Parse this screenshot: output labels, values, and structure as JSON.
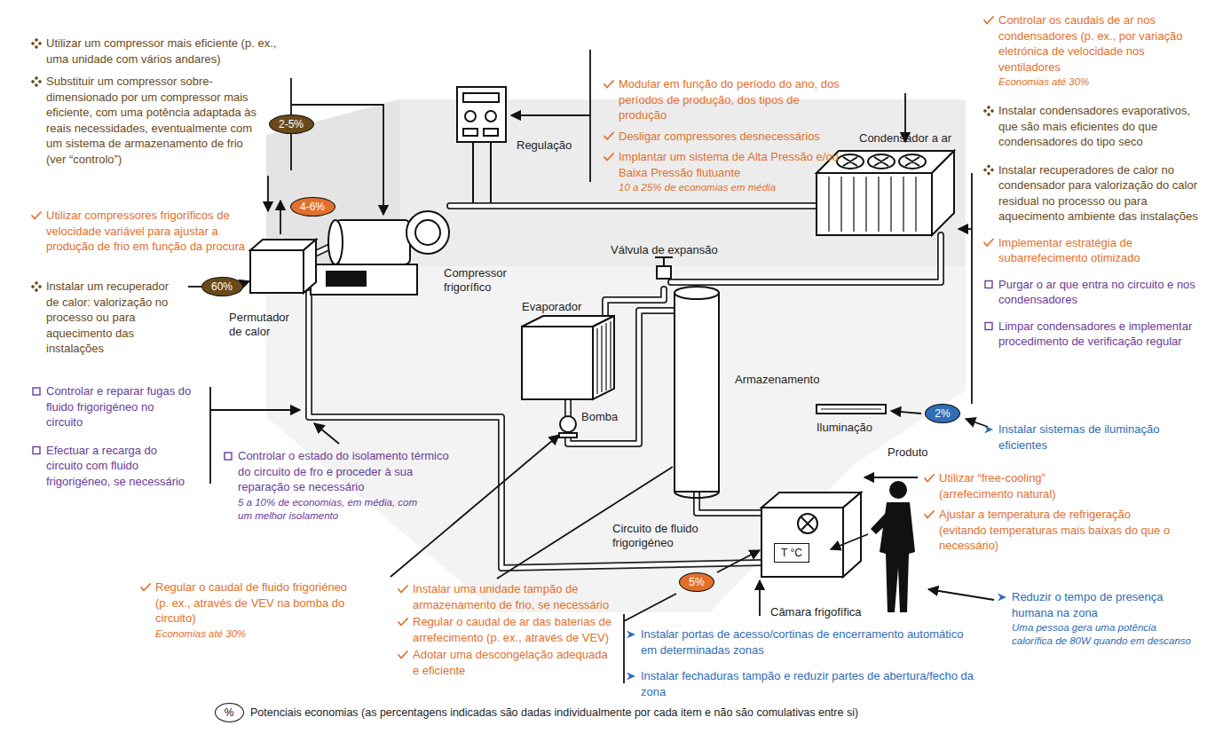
{
  "diagram": {
    "nodes": [
      {
        "text": [
          "2-5%"
        ]
      },
      {
        "text": [
          "4-6%"
        ]
      },
      {
        "text": [
          "60%"
        ]
      },
      {
        "text": [
          "2%"
        ]
      },
      {
        "text": [
          "T °C"
        ]
      },
      {
        "text": [
          "5%"
        ]
      },
      {
        "text": [
          "%"
        ]
      }
    ],
    "labels": [
      "Utilizar um compressor mais eficiente (p. ex., uma unidade com vários andares)",
      "Substituir um compressor sobre-dimensionado por um compressor mais eficiente, com uma potência adaptada às reais necessidades, eventualmente com um sistema de armazenamento de frio (ver “controlo”)",
      "Utilizar compressores frigoríficos de velocidade variável para ajustar a produção de frio em função da procura",
      "Instalar um recuperador de calor: valorização no processo ou para aquecimento das instalações",
      "Controlar e reparar fugas do fluido frigorigéneo no circuito",
      "Efectuar a recarga do circuito com fluido frigorigéneo, se necessário",
      "Modular em função do período do ano, dos períodos de produção, dos tipos de produção",
      "Desligar compressores desnecessários",
      "Implantar um sistema de Alta Pressão e/ou Baixa Pressão flutuante",
      "10 a 25% de economias em média",
      "Regulação",
      "Condensador a ar",
      "Controlar os caudais de ar nos condensadores (p. ex., por variação eletrónica de velocidade nos ventiladores",
      "Economias até 30%",
      "Instalar condensadores evaporativos, que são mais eficientes do que condensadores do tipo seco",
      "Instalar recuperadores de calor no condensador para valorização do calor residual no processo ou para aquecimento ambiente das instalações",
      "Implementar estratégia de subarrefecimento otimizado",
      "Purgar o ar que entra no circuito e nos condensadores",
      "Limpar condensadores e implementar procedimento de verificação regular",
      "Válvula de expansão",
      "Compressor frigorífico",
      "Permutador de calor",
      "Evaporador",
      "Armazenamento",
      "Bomba",
      "Iluminação",
      "Produto",
      "Instalar sistemas de iluminação eficientes",
      "Controlar o estado do isolamento térmico do circuito de fro e proceder à sua reparação se necessário",
      "5 a 10% de economias, em média, com um melhor isolamento",
      "Circuito de fluido frigorigéneo",
      "Utilizar “free-cooling” (arrefecimento natural)",
      "Ajustar a temperatura de refrigeração (evitando temperaturas mais baixas do que o necessário)",
      "Câmara frigofífica",
      "Regular o caudal de fluido frigoriéneo (p. ex., através de VEV na bomba do circuito)",
      "Economias até 30%",
      "Instalar uma unidade tampão de armazenamento de frio, se necessário",
      "Regular o caudal de ar das baterias de arrefecimento (p. ex., através de VEV)",
      "Adotar uma descongelação adequada e eficiente",
      "Instalar portas de acesso/cortinas de encerramento automático em determinadas zonas",
      "Instalar fechaduras tampão e reduzir partes de abertura/fecho da zona",
      "Reduzir o tempo de presença humana na zona",
      "Uma pessoa gera uma potência calorífica de 80W quando em descanso"
    ],
    "legend": [
      {
        "text": "Potenciais economias (as percentagens indicadas são dadas individualmente por cada item e não são comulativas entre si)"
      }
    ]
  }
}
